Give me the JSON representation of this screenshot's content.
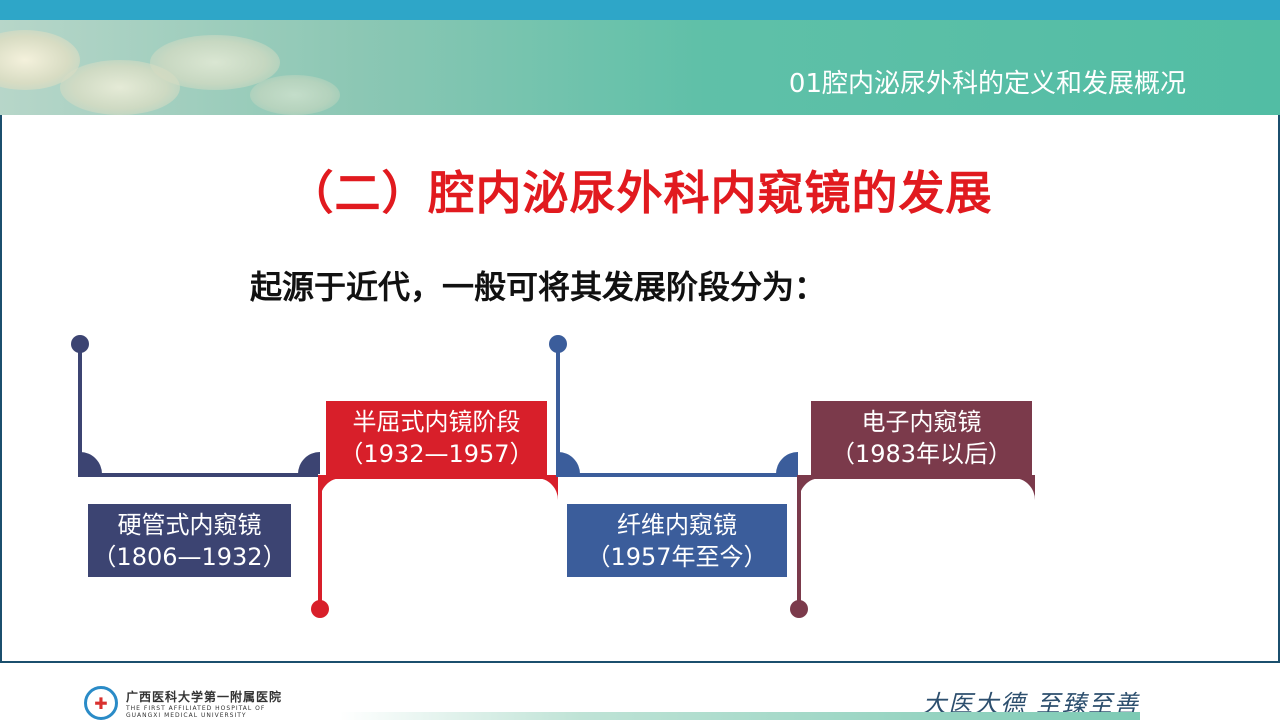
{
  "header": {
    "section_title": "01腔内泌尿外科的定义和发展概况"
  },
  "main": {
    "title": "（二）腔内泌尿外科内窥镜的发展",
    "intro": "起源于近代，一般可将其发展阶段分为："
  },
  "timeline": [
    {
      "name_cn": "硬管式内窥镜",
      "period": "（1806—1932）",
      "color": "#3c4472"
    },
    {
      "name_cn": "半屈式内镜阶段",
      "period": "（1932—1957）",
      "color": "#d81f2a"
    },
    {
      "name_cn": "纤维内窥镜",
      "period": "（1957年至今）",
      "color": "#3b5d9b"
    },
    {
      "name_cn": "电子内窥镜",
      "period": "（1983年以后）",
      "color": "#7b3a4b"
    }
  ],
  "footer": {
    "logo_cn": "广西医科大学第一附属医院",
    "logo_en_1": "THE FIRST AFFILIATED HOSPITAL OF",
    "logo_en_2": "GUANGXI MEDICAL UNIVERSITY",
    "motto": "大医大德 至臻至善"
  }
}
